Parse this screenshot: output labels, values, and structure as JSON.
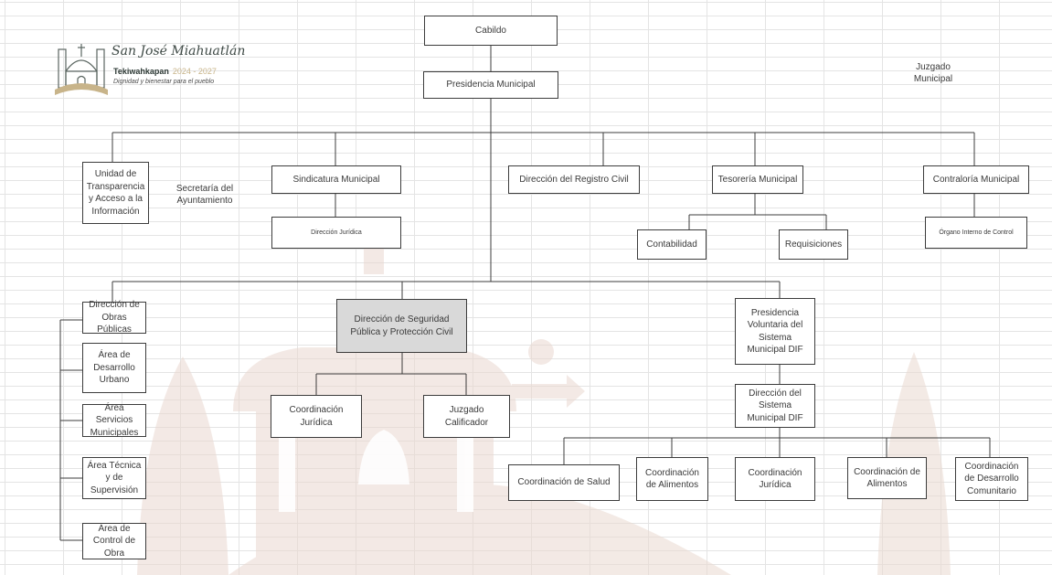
{
  "logo": {
    "title": "San José Miahuatlán",
    "subtitle": "Tekiwahkapan",
    "years": "2024 - 2027",
    "slogan": "Dignidad y bienestar para el pueblo"
  },
  "colors": {
    "box_border": "#3c3c3c",
    "box_gray": "#d9d9d9",
    "watermark": "#ead8d0",
    "logo_accent": "#c8b48a",
    "grid": "#e4e4e4"
  },
  "nodes": {
    "cabildo": "Cabildo",
    "presidencia": "Presidencia Municipal",
    "juzgado_municipal": "Juzgado Municipal",
    "unidad_transparencia": "Unidad de Transparencia y Acceso a la Información",
    "secretaria": "Secretaría del Ayuntamiento",
    "sindicatura": "Sindicatura Municipal",
    "direccion_juridica": "Dirección Jurídica",
    "registro_civil": "Dirección del Registro Civil",
    "tesoreria": "Tesorería Municipal",
    "contabilidad": "Contabilidad",
    "requisiciones": "Requisiciones",
    "contraloria": "Contraloría Municipal",
    "organo_interno": "Órgano Interno de Control",
    "obras_publicas": "Dirección de Obras Públicas",
    "desarrollo_urbano": "Área de Desarrollo Urbano",
    "servicios_municipales": "Área Servicios Municipales",
    "tecnica_supervision": "Área Técnica y de Supervisión",
    "control_obra": "Área de Control de Obra",
    "seguridad_publica": "Dirección de Seguridad Pública y Protección Civil",
    "coord_juridica_seg": "Coordinación Jurídica",
    "juzgado_calificador": "Juzgado Calificador",
    "presidencia_dif": "Presidencia Voluntaria del Sistema Municipal DIF",
    "direccion_dif": "Dirección del Sistema Municipal DIF",
    "coord_salud": "Coordinación de Salud",
    "coord_alimentos_1": "Coordinación de Alimentos",
    "coord_juridica_dif": "Coordinación Jurídica",
    "coord_alimentos_2": "Coordinación de Alimentos",
    "coord_desarrollo": "Coordinación de Desarrollo Comunitario"
  }
}
